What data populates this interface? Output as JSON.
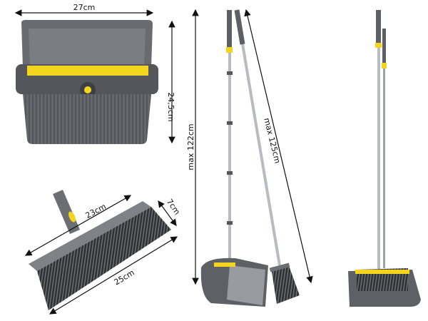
{
  "dimensions": {
    "dustpan_width": "27cm",
    "dustpan_height": "24,5cm",
    "broom_inner_width": "23cm",
    "broom_depth": "7cm",
    "broom_outer_width": "25cm",
    "dustpan_max_height": "max 122cm",
    "broom_max_height": "max 125cm"
  },
  "colors": {
    "body_gray": "#5f6065",
    "dark_gray": "#45464b",
    "accent_yellow": "#f2d51c",
    "pole_silver": "#b8bcc2",
    "bristle": "#3a3a3e"
  }
}
